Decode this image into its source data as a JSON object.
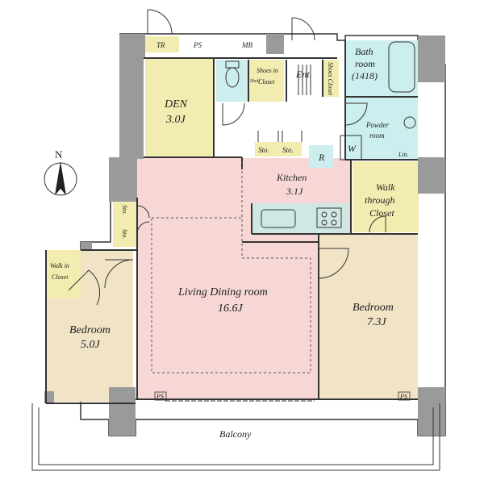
{
  "colors": {
    "wall": "#9a9a9a",
    "living": "#f7d6d6",
    "bedroom": "#f1e3c6",
    "closet_yellow": "#f3ecb0",
    "wet_area": "#cdeeee",
    "kitchen_counter": "#cfe8e4",
    "line": "#333333"
  },
  "icons": [
    "north-arrow-icon"
  ],
  "compass": {
    "label": "N"
  },
  "utility": {
    "tr": "TR",
    "ps": "PS",
    "mb": "MB"
  },
  "rooms": {
    "den": {
      "name": "DEN",
      "size": "3.0J"
    },
    "shoes_in_closet": {
      "line1": "Shoes in",
      "line2": "Closet"
    },
    "shelf": "Shelf",
    "ent": "Ent.",
    "shoes_closet": "Shoes Closet",
    "bath": {
      "line1": "Bath",
      "line2": "room",
      "line3": "(1418)"
    },
    "powder": {
      "line1": "Powder",
      "line2": "room"
    },
    "w": "W",
    "lin": "Lin.",
    "sto_kitchen_1": "Sto.",
    "sto_kitchen_2": "Sto.",
    "fridge": "R",
    "kitchen": {
      "name": "Kitchen",
      "size": "3.1J"
    },
    "walk_through": {
      "line1": "Walk",
      "line2": "through",
      "line3": "Closet"
    },
    "sto_left_1": "Sto.",
    "sto_left_2": "Sto.",
    "walk_in": {
      "line1": "Walk in",
      "line2": "Closet"
    },
    "ldk": {
      "name": "Living Dining room",
      "size": "16.6J"
    },
    "bedroom_left": {
      "name": "Bedroom",
      "size": "5.0J"
    },
    "bedroom_right": {
      "name": "Bedroom",
      "size": "7.3J"
    },
    "ps_left": "PS",
    "ps_right": "PS",
    "balcony": "Balcony"
  }
}
